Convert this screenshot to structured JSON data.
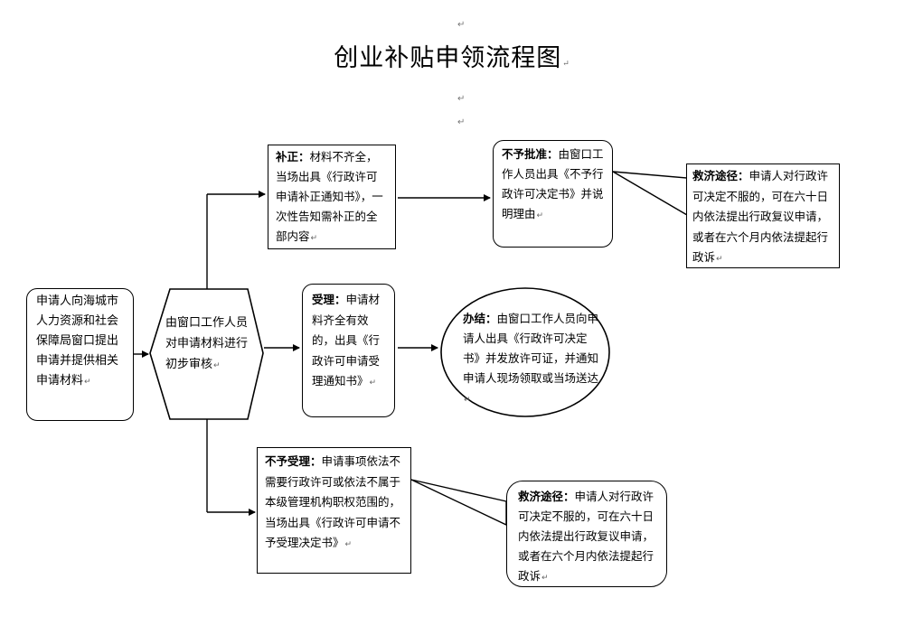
{
  "title": "创业补贴申领流程图",
  "paragraph_mark": "↵",
  "nodes": {
    "apply": {
      "text": "申请人向海城市人力资源和社会保障局窗口提出申请并提供相关申请材料"
    },
    "review": {
      "text": "由窗口工作人员对申请材料进行初步审核"
    },
    "correct": {
      "label": "补正：",
      "text": "材料不齐全，当场出具《行政许可申请补正通知书》，一次性告知需补正的全部内容"
    },
    "deny": {
      "label": "不予批准：",
      "text": "由窗口工作人员出具《不予行政许可决定书》并说明理由"
    },
    "remedy_top": {
      "label": "救济途径：",
      "text": "申请人对行政许可决定不服的，可在六十日内依法提出行政复议申请，或者在六个月内依法提起行政诉"
    },
    "accept": {
      "label": "受理：",
      "text": "申请材料齐全有效的，出具《行政许可申请受理通知书》"
    },
    "complete": {
      "label": "办结：",
      "text": "由窗口工作人员向申请人出具《行政许可决定书》并发放许可证，并通知申请人现场领取或当场送达"
    },
    "reject": {
      "label": "不予受理：",
      "text": "申请事项依法不需要行政许可或依法不属于本级管理机构职权范围的，当场出具《行政许可申请不予受理决定书》"
    },
    "remedy_bottom": {
      "label": "救济途径：",
      "text": "申请人对行政许可决定不服的，可在六十日内依法提出行政复议申请，或者在六个月内依法提起行政诉"
    }
  }
}
